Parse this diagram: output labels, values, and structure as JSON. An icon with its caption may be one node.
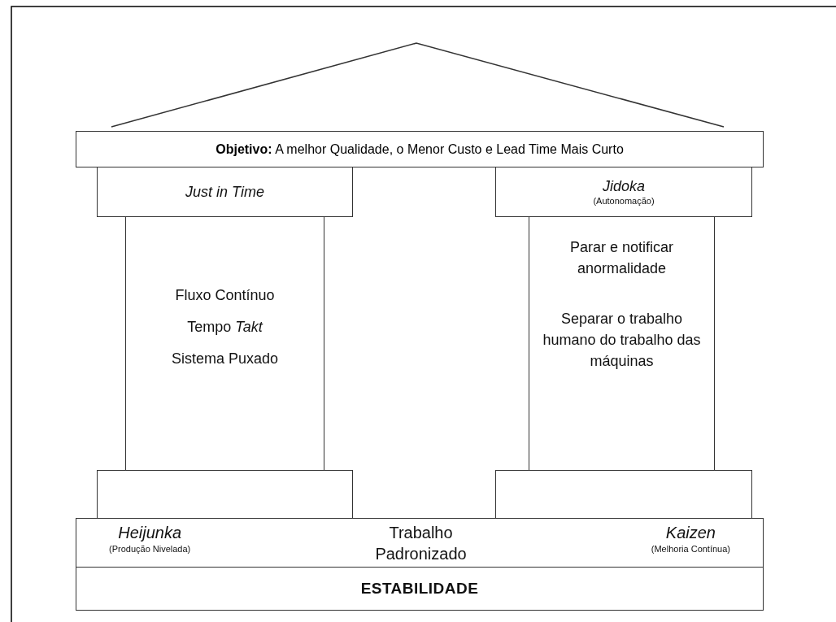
{
  "diagram": {
    "nodes": [
      {
        "text": [
          "**Objetivo:** A melhor Qualidade, o Menor Custo e Lead Time Mais Curto"
        ]
      },
      {
        "text": [
          "Just in Time"
        ]
      },
      {
        "text": [
          "Fluxo Contínuo",
          "Tempo *Takt*",
          "Sistema Puxado"
        ]
      },
      {
        "text": [],
        "shape": "box"
      },
      {
        "text": [
          "Jidoka",
          "(Autonomação)"
        ]
      },
      {
        "text": [
          "Parar e notificar anormalidade",
          "Separar o trabalho humano do trabalho das máquinas"
        ]
      },
      {
        "text": [],
        "shape": "box"
      },
      {
        "text": [
          "Heijunka",
          "(Produção Nivelada)",
          "Trabalho Padronizado",
          "Kaizen",
          "(Melhoria Contínua)"
        ]
      },
      {
        "text": [
          "ESTABILIDADE"
        ]
      }
    ]
  }
}
